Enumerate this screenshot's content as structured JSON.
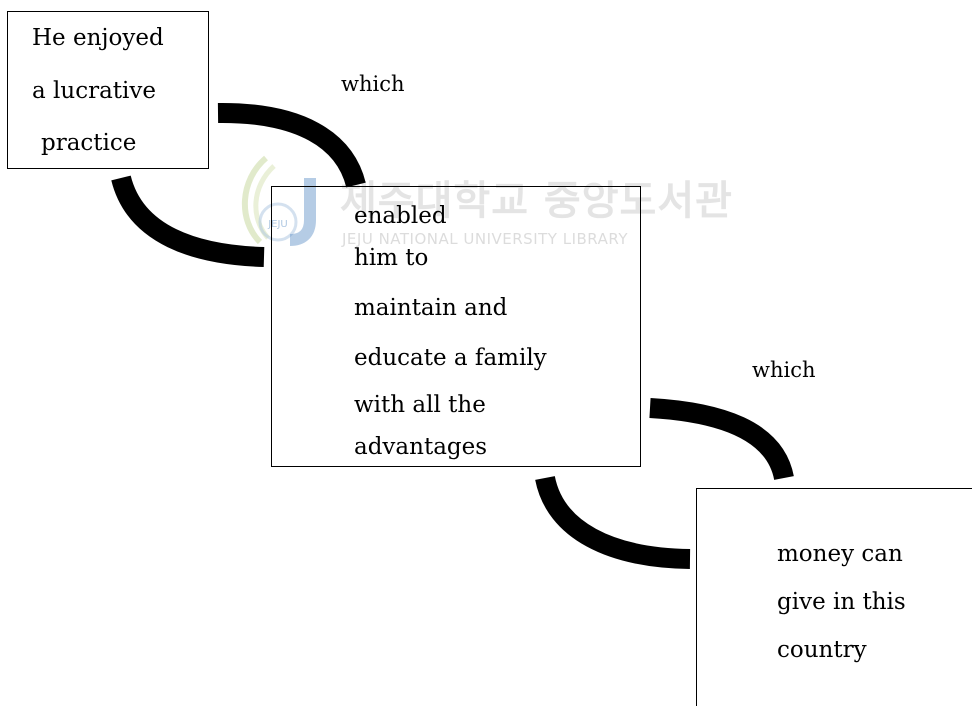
{
  "diagram": {
    "box1": {
      "lines": [
        "He enjoyed",
        "a lucrative",
        "practice"
      ]
    },
    "box2": {
      "lines": [
        "enabled",
        "him to",
        "maintain and",
        "educate a family",
        "with all the",
        "advantages"
      ]
    },
    "box3": {
      "lines": [
        "money can",
        "give in this",
        "country"
      ]
    },
    "connectors": {
      "first_label": "which",
      "second_label": "which"
    }
  },
  "watermark": {
    "title_kr": "제주대학교 중앙도서관",
    "title_en": "JEJU NATIONAL UNIVERSITY LIBRARY",
    "logo_text": "JEJU"
  },
  "colors": {
    "ink": "#000000",
    "watermark_gray": "#8c8c8c",
    "logo_blue": "#5a8fc6",
    "logo_green": "#c8d8a0"
  }
}
